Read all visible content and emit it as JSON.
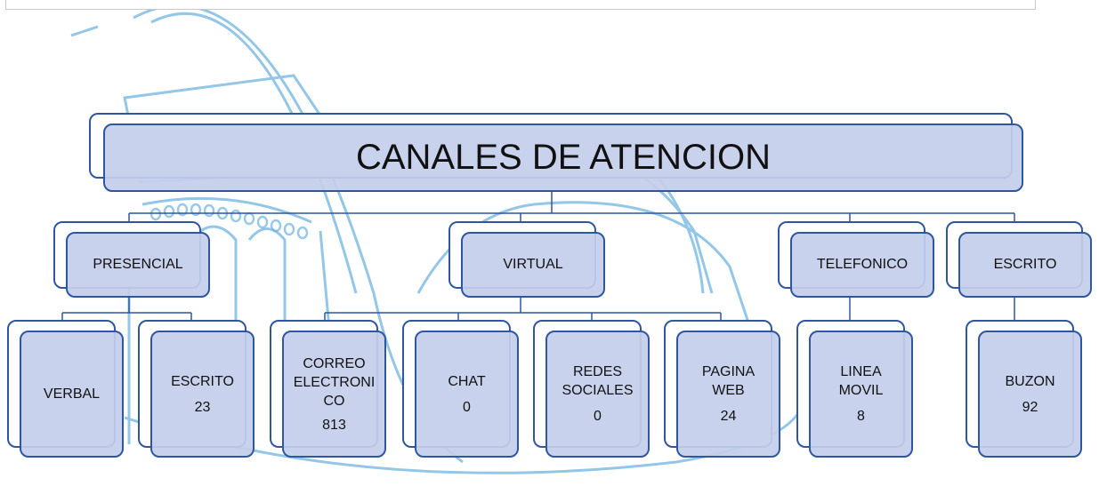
{
  "diagram": {
    "title": "CANALES DE ATENCION",
    "categories": [
      {
        "label": "PRESENCIAL"
      },
      {
        "label": "VIRTUAL"
      },
      {
        "label": "TELEFONICO"
      },
      {
        "label": "ESCRITO"
      }
    ],
    "leaves": [
      {
        "lines": [
          "VERBAL"
        ],
        "count": ""
      },
      {
        "lines": [
          "ESCRITO"
        ],
        "count": "23"
      },
      {
        "lines": [
          "CORREO",
          "ELECTRONI",
          "CO"
        ],
        "count": "813"
      },
      {
        "lines": [
          "CHAT"
        ],
        "count": "0"
      },
      {
        "lines": [
          "REDES",
          "SOCIALES"
        ],
        "count": "0"
      },
      {
        "lines": [
          "PAGINA",
          "WEB"
        ],
        "count": "24"
      },
      {
        "lines": [
          "LINEA",
          "MOVIL"
        ],
        "count": "8"
      },
      {
        "lines": [
          "BUZON"
        ],
        "count": "92"
      }
    ]
  },
  "colors": {
    "node_border": "#2f56a0",
    "node_fill": "#c4ceec",
    "watermark": "#6fb3e0"
  }
}
